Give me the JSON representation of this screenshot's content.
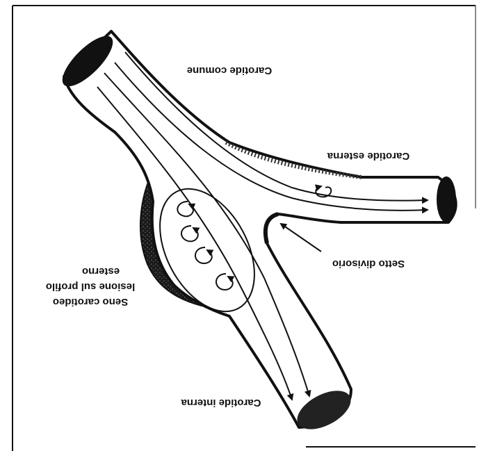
{
  "figure": {
    "colors": {
      "ink": "#111111",
      "paper": "#ffffff",
      "plaque": "#2a2a2a"
    },
    "labels": {
      "carotide_comune": "Carotide comune",
      "carotide_esterna": "Carotide esterna",
      "setto_divisorio": "Setto divisorio",
      "seno_line1": "Seno carotideo",
      "seno_line2": "lesione sul profilo",
      "seno_line3": "esterno",
      "carotide_interna": "Carotide interna"
    }
  }
}
